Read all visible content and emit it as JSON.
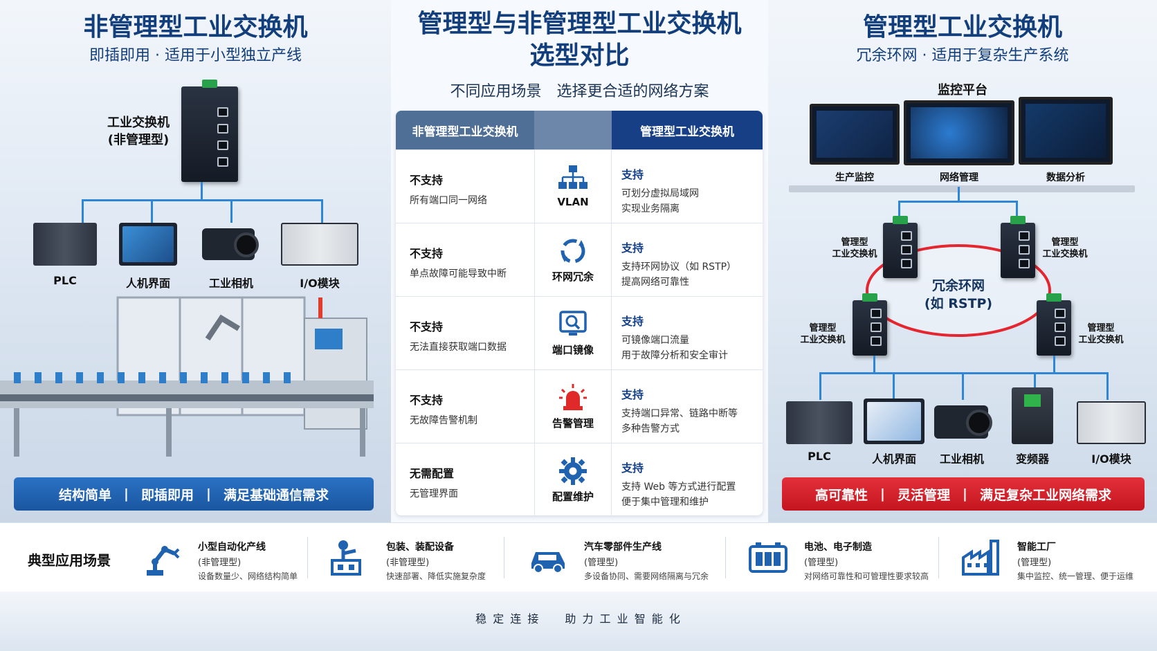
{
  "left": {
    "title": "非管理型工业交换机",
    "subtitle": "即插即用 · 适用于小型独立产线",
    "switch_label_1": "工业交换机",
    "switch_label_2": "(非管理型)",
    "devices": [
      "PLC",
      "人机界面",
      "工业相机",
      "I/O模块"
    ],
    "bottom_bar": [
      "结构简单",
      "即插即用",
      "满足基础通信需求"
    ],
    "bar_color": "#1f62b0"
  },
  "center": {
    "title_line1": "管理型与非管理型工业交换机",
    "title_line2": "选型对比",
    "subtitle": "不同应用场景　选择更合适的网络方案",
    "header_left": "非管理型工业交换机",
    "header_right": "管理型工业交换机",
    "rows": [
      {
        "l_title": "不支持",
        "l_desc": "所有端口同一网络",
        "feature": "VLAN",
        "icon": "network-hierarchy-icon",
        "r_title": "支持",
        "r_desc1": "可划分虚拟局域网",
        "r_desc2": "实现业务隔离"
      },
      {
        "l_title": "不支持",
        "l_desc": "单点故障可能导致中断",
        "feature": "环网冗余",
        "icon": "ring-arrows-icon",
        "r_title": "支持",
        "r_desc1": "支持环网协议（如 RSTP）",
        "r_desc2": "提高网络可靠性"
      },
      {
        "l_title": "不支持",
        "l_desc": "无法直接获取端口数据",
        "feature": "端口镜像",
        "icon": "monitor-search-icon",
        "r_title": "支持",
        "r_desc1": "可镜像端口流量",
        "r_desc2": "用于故障分析和安全审计"
      },
      {
        "l_title": "不支持",
        "l_desc": "无故障告警机制",
        "feature": "告警管理",
        "icon": "alarm-siren-icon",
        "r_title": "支持",
        "r_desc1": "支持端口异常、链路中断等",
        "r_desc2": "多种告警方式"
      },
      {
        "l_title": "无需配置",
        "l_desc": "无管理界面",
        "feature": "配置维护",
        "icon": "gear-icon",
        "r_title": "支持",
        "r_desc1": "支持 Web 等方式进行配置",
        "r_desc2": "便于集中管理和维护"
      }
    ]
  },
  "right": {
    "title": "管理型工业交换机",
    "subtitle": "冗余环网 · 适用于复杂生产系统",
    "platform": "监控平台",
    "screens": [
      "生产监控",
      "网络管理",
      "数据分析"
    ],
    "switch_label_1": "管理型",
    "switch_label_2": "工业交换机",
    "ring_label_1": "冗余环网",
    "ring_label_2": "(如 RSTP)",
    "devices": [
      "PLC",
      "人机界面",
      "工业相机",
      "变频器",
      "I/O模块"
    ],
    "bottom_bar": [
      "高可靠性",
      "灵活管理",
      "满足复杂工业网络需求"
    ],
    "bar_color": "#d4202a"
  },
  "scenarios": {
    "heading": "典型应用场景",
    "items": [
      {
        "title": "小型自动化产线",
        "type": "(非管理型)",
        "desc": "设备数量少、网络结构简单",
        "icon": "robot-arm-icon"
      },
      {
        "title": "包装、装配设备",
        "type": "(非管理型)",
        "desc": "快速部署、降低实施复杂度",
        "icon": "packaging-robot-icon"
      },
      {
        "title": "汽车零部件生产线",
        "type": "(管理型)",
        "desc": "多设备协同、需要网络隔离与冗余",
        "icon": "car-icon"
      },
      {
        "title": "电池、电子制造",
        "type": "(管理型)",
        "desc": "对网络可靠性和可管理性要求较高",
        "icon": "battery-icon"
      },
      {
        "title": "智能工厂",
        "type": "(管理型)",
        "desc": "集中监控、统一管理、便于运维",
        "icon": "factory-icon"
      }
    ]
  },
  "footer": {
    "slogan": "稳 定 连 接　　助 力 工 业 智 能 化"
  }
}
